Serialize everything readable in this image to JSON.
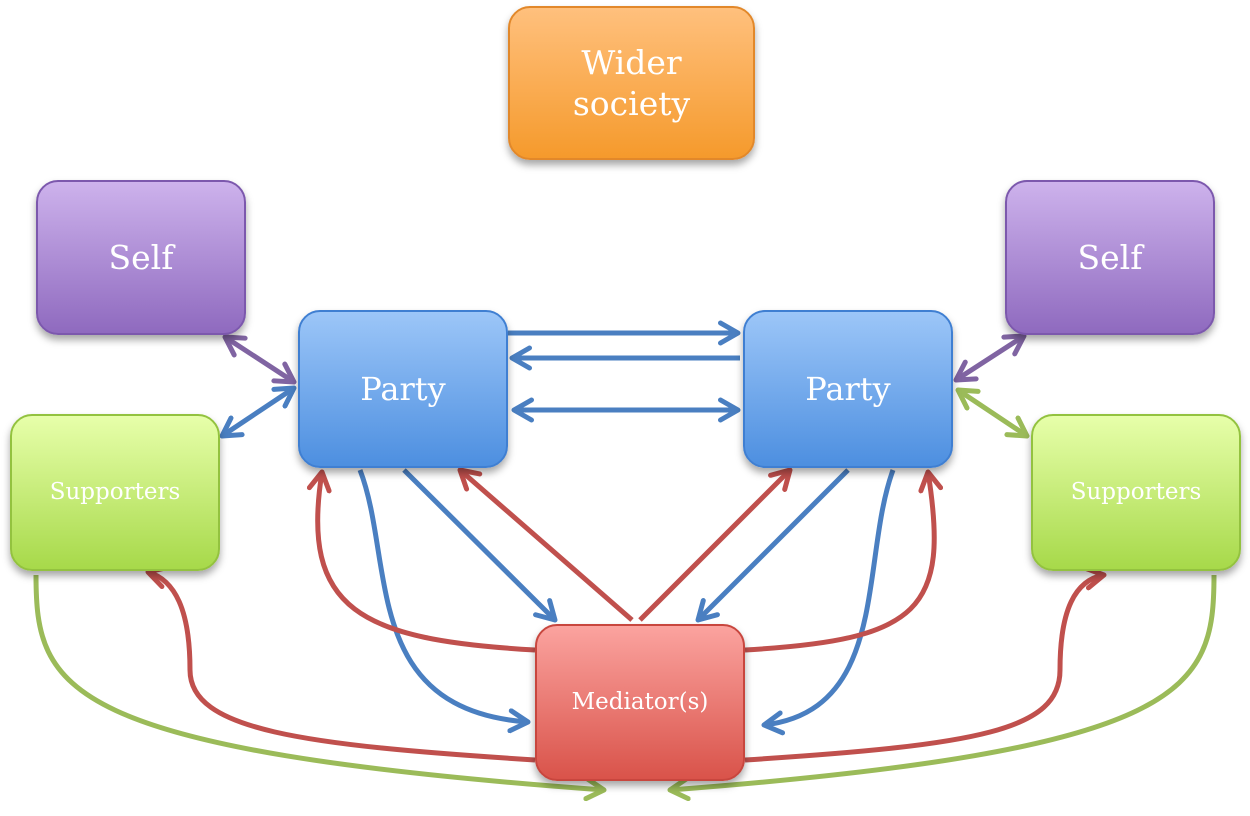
{
  "nodes": {
    "wider_society": "Wider\nsociety",
    "self_left": "Self",
    "self_right": "Self",
    "party_left": "Party",
    "party_right": "Party",
    "supporters_left": "Supporters",
    "supporters_right": "Supporters",
    "mediator": "Mediator(s)"
  },
  "colors": {
    "wider_society": "#f59a2c",
    "self": "#a07ed0",
    "party": "#5a9be6",
    "supporters": "#b8e35a",
    "mediator": "#e05a52",
    "arrow_blue": "#4a7fc1",
    "arrow_red": "#c0504d",
    "arrow_green": "#9bbb59",
    "arrow_purple": "#8064a2"
  }
}
